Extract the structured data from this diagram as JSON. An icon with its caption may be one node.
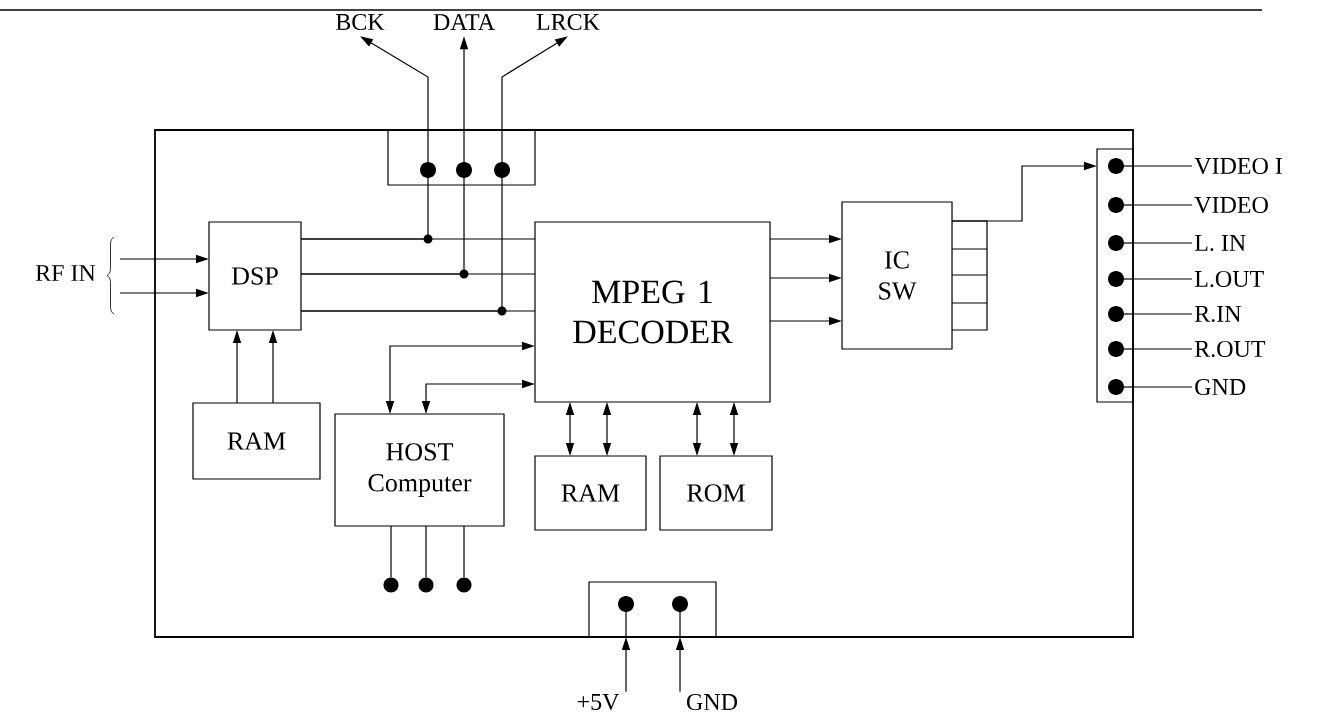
{
  "diagram": {
    "nodes": [
      {
        "text": [],
        "shape": "box"
      },
      {
        "text": [],
        "shape": "box",
        "in": 0
      },
      {
        "text": [
          "DSP"
        ],
        "in": 0
      },
      {
        "text": [
          "MPEG 1 DECODER"
        ],
        "in": 0
      },
      {
        "text": [
          "IC SW"
        ],
        "in": 0
      },
      {
        "text": [
          "RAM"
        ],
        "in": 0
      },
      {
        "text": [
          "HOST Computer"
        ],
        "in": 0
      },
      {
        "text": [
          "RAM"
        ],
        "in": 0
      },
      {
        "text": [
          "ROM"
        ],
        "in": 0
      },
      {
        "text": [],
        "shape": "box",
        "in": 0
      },
      {
        "text": [],
        "shape": "box",
        "in": 0
      },
      {
        "text": [],
        "shape": "circle",
        "in": 0
      },
      {
        "text": [],
        "shape": "circle",
        "in": 0
      },
      {
        "text": [],
        "shape": "circle",
        "in": 0
      },
      {
        "text": [
          "BCK"
        ]
      },
      {
        "text": [
          "DATA"
        ]
      },
      {
        "text": [
          "LRCK"
        ]
      },
      {
        "text": [
          "RF IN"
        ]
      },
      {
        "text": [
          "VIDEO I"
        ]
      },
      {
        "text": [
          "VIDEO"
        ]
      },
      {
        "text": [
          "L. IN"
        ]
      },
      {
        "text": [
          "L.OUT"
        ]
      },
      {
        "text": [
          "R.IN"
        ]
      },
      {
        "text": [
          "R.OUT"
        ]
      },
      {
        "text": [
          "GND"
        ]
      },
      {
        "text": [
          "+5V"
        ]
      },
      {
        "text": [
          "GND"
        ]
      }
    ],
    "edges": [
      {
        "from": 2,
        "to": 3,
        "arrow": "none"
      },
      {
        "from": 2,
        "to": 3,
        "arrow": "none"
      },
      {
        "from": 2,
        "to": 3,
        "arrow": "none"
      },
      {
        "from": 1,
        "to": 14,
        "arrow": "to"
      },
      {
        "from": 1,
        "to": 15,
        "arrow": "to"
      },
      {
        "from": 1,
        "to": 16,
        "arrow": "to"
      },
      {
        "from": 17,
        "to": 2,
        "arrow": "to"
      },
      {
        "from": 17,
        "to": 2,
        "arrow": "to"
      },
      {
        "from": 5,
        "to": 2,
        "arrow": "to"
      },
      {
        "from": 5,
        "to": 2,
        "arrow": "to"
      },
      {
        "from": 6,
        "to": 3,
        "arrow": "both"
      },
      {
        "from": 6,
        "to": 3,
        "arrow": "both"
      },
      {
        "from": 3,
        "to": 7,
        "arrow": "both"
      },
      {
        "from": 3,
        "to": 7,
        "arrow": "both"
      },
      {
        "from": 3,
        "to": 8,
        "arrow": "both"
      },
      {
        "from": 3,
        "to": 8,
        "arrow": "both"
      },
      {
        "from": 3,
        "to": 4,
        "arrow": "to"
      },
      {
        "from": 3,
        "to": 4,
        "arrow": "to"
      },
      {
        "from": 3,
        "to": 4,
        "arrow": "to"
      },
      {
        "from": 4,
        "to": 9,
        "arrow": "to"
      },
      {
        "from": 6,
        "to": 11,
        "arrow": "none"
      },
      {
        "from": 6,
        "to": 12,
        "arrow": "none"
      },
      {
        "from": 6,
        "to": 13,
        "arrow": "none"
      },
      {
        "from": 9,
        "to": 18,
        "arrow": "none"
      },
      {
        "from": 9,
        "to": 19,
        "arrow": "none"
      },
      {
        "from": 9,
        "to": 20,
        "arrow": "none"
      },
      {
        "from": 9,
        "to": 21,
        "arrow": "none"
      },
      {
        "from": 9,
        "to": 22,
        "arrow": "none"
      },
      {
        "from": 9,
        "to": 23,
        "arrow": "none"
      },
      {
        "from": 9,
        "to": 24,
        "arrow": "none"
      },
      {
        "from": 25,
        "to": 10,
        "arrow": "to"
      },
      {
        "from": 26,
        "to": 10,
        "arrow": "to"
      },
      {
        "from": 2,
        "to": 1,
        "arrow": "none"
      },
      {
        "from": 2,
        "to": 1,
        "arrow": "none"
      },
      {
        "from": 2,
        "to": 1,
        "arrow": "none"
      }
    ]
  }
}
